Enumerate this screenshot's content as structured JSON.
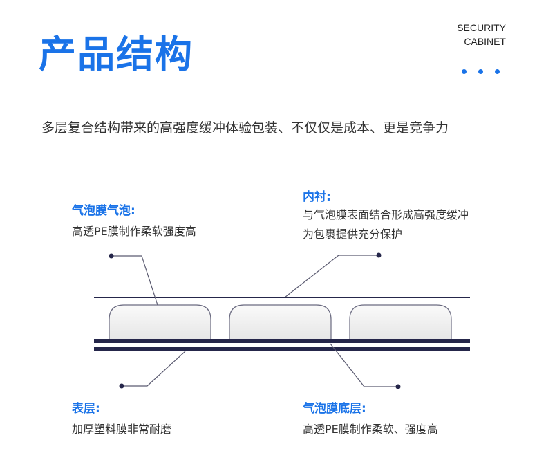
{
  "header": {
    "title": "产品结构",
    "brand_line1": "SECURITY",
    "brand_line2": "CABINET"
  },
  "subtitle": "多层复合结构带来的高强度缓冲体验包装、不仅仅是成本、更是竞争力",
  "labels": {
    "bubble": {
      "title": "气泡膜气泡:",
      "desc": "高透PE膜制作柔软强度高"
    },
    "lining": {
      "title": "内衬:",
      "desc1": "与气泡膜表面结合形成高强度缓冲",
      "desc2": "为包裹提供充分保护"
    },
    "surface": {
      "title": "表层:",
      "desc": "加厚塑料膜非常耐磨"
    },
    "bottom": {
      "title": "气泡膜底层:",
      "desc": "高透PE膜制作柔软、强度高"
    }
  },
  "colors": {
    "accent": "#1a73e8",
    "line": "#25264a"
  }
}
